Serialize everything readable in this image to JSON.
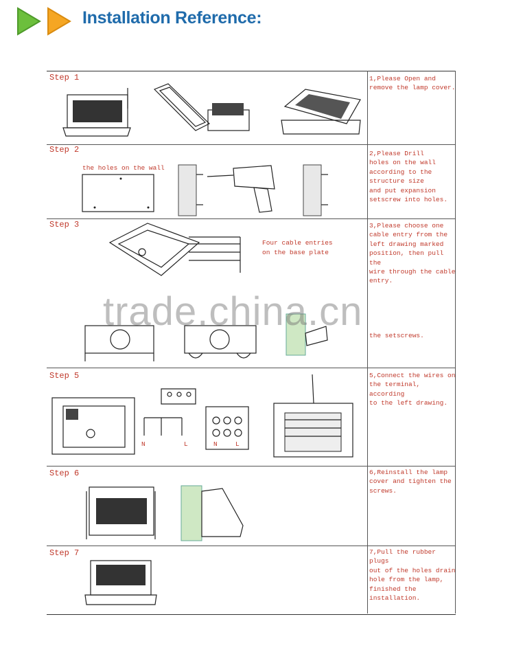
{
  "header": {
    "title": "Installation Reference:",
    "arrow_icon": "double-chevron-right-icon",
    "colors": {
      "arrow_green": "#6cbf3c",
      "arrow_orange": "#f5a623",
      "title": "#1f6bab"
    }
  },
  "steps": [
    {
      "label": "Step 1",
      "note": "1,Please Open and\nremove the lamp cover."
    },
    {
      "label": "Step 2",
      "note": "2,Please Drill\nholes on the wall\naccording to the\nstructure size\nand put expansion\nsetscrew into holes.",
      "diagram_label": "the holes on the wall"
    },
    {
      "label": "Step 3",
      "note": "3,Please choose one\ncable entry from the\nleft drawing marked\nposition, then pull the\nwire through the cable\nentry.",
      "diagram_label": "Four cable entries\non the base plate"
    },
    {
      "label": "",
      "note": "the setscrews."
    },
    {
      "label": "Step 5",
      "note": "5,Connect the wires on\nthe terminal, according\nto the left drawing.",
      "wire_labels": [
        "N",
        "L",
        "N",
        "L"
      ]
    },
    {
      "label": "Step 6",
      "note": "6,Reinstall the lamp\ncover and tighten the\nscrews."
    },
    {
      "label": "Step 7",
      "note": "7,Pull the rubber plugs\nout of the holes drain\nhole from the lamp,\nfinished the\ninstallation."
    }
  ],
  "watermark": "trade.china.cn"
}
